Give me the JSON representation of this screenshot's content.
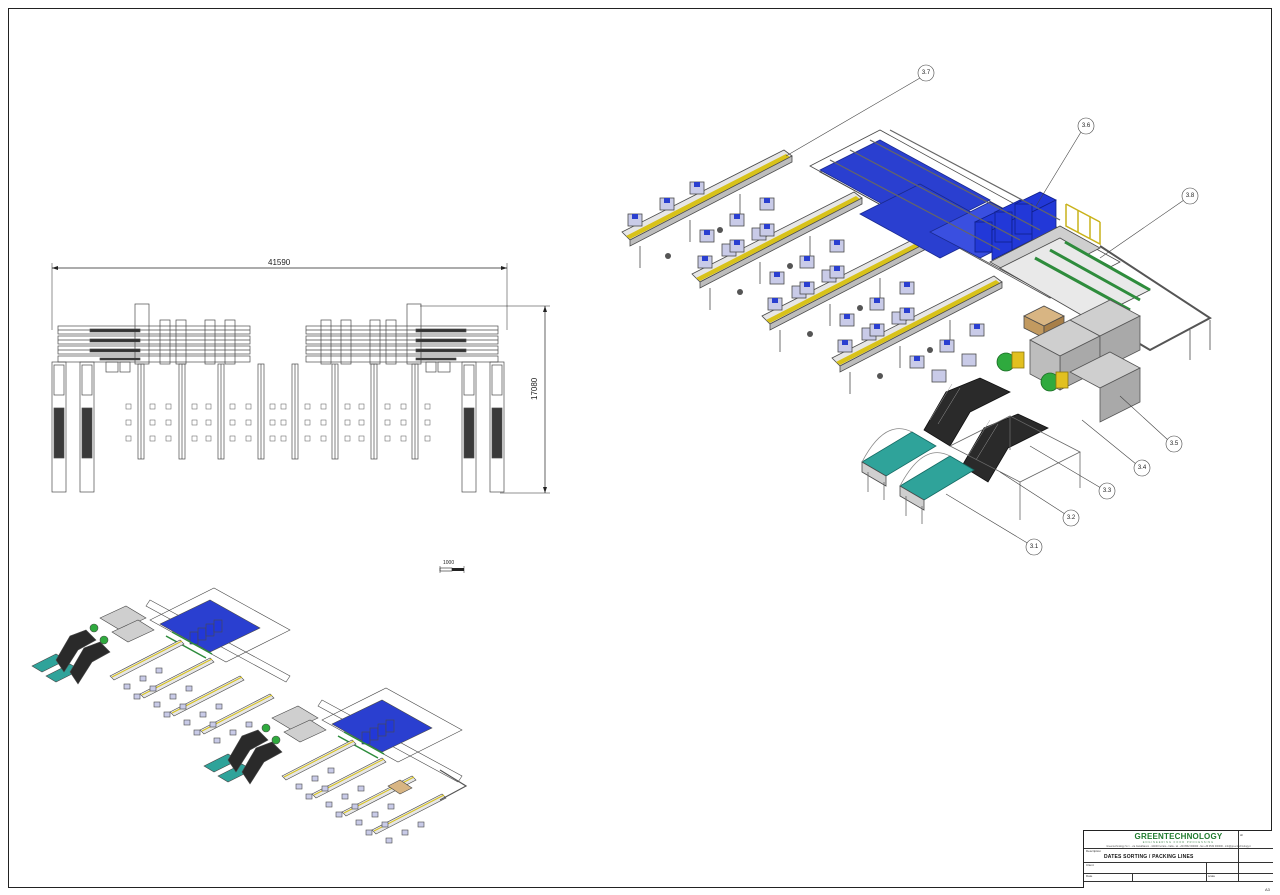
{
  "drawing": {
    "dimension_width": "41590",
    "dimension_height": "17080",
    "scale_bar_label": "1000",
    "callouts": [
      "3.7",
      "3.6",
      "3.8",
      "3.5",
      "3.4",
      "3.3",
      "3.2",
      "3.1"
    ]
  },
  "title_block": {
    "brand": "GREENTECHNOLOGY",
    "tagline": "ENGINEERING FOOD PROCESSING",
    "address": "Greentechnology S.r.l. - via Canalbianco - 44100 Ferrara - Italia - tel. +39 0532 000000 - fax +39 0532 000000 - info@greentechnology.it",
    "description_label": "Description",
    "title": "DATES SORTING / PACKING LINES",
    "client_label": "Client",
    "date_label": "Date",
    "scale_label": "scale",
    "sheet_label": "sh",
    "sheet_tag": "A3"
  },
  "colors": {
    "line": "#4a4a4a",
    "frame": "#222222",
    "conveyor_blue": "#2a3fd0",
    "conveyor_yellow": "#d8c21a",
    "belt_green": "#2e8c3c",
    "belt_teal": "#2fa39a",
    "brand_green": "#1f7a2e"
  }
}
